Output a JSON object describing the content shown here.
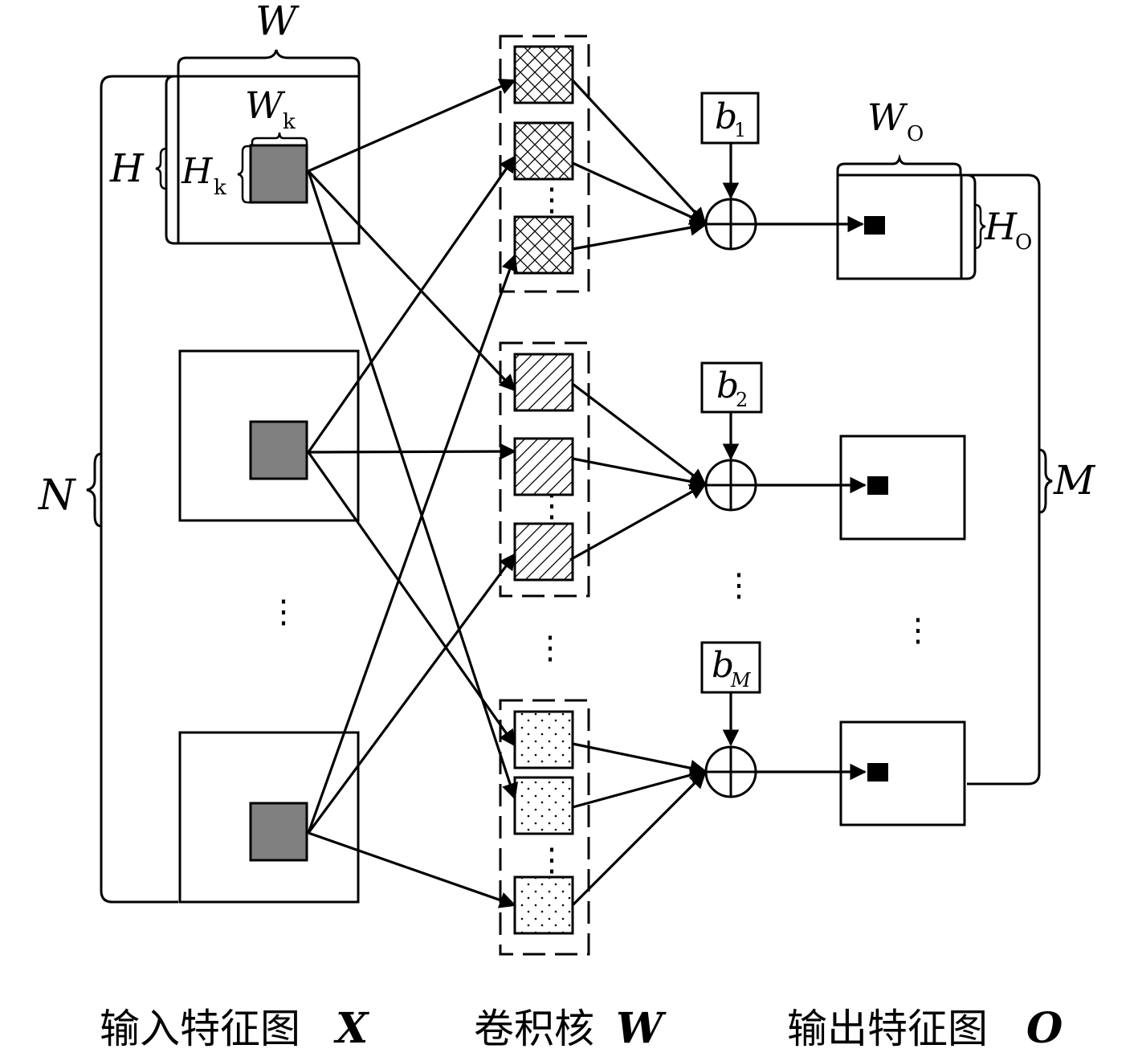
{
  "labels": {
    "W": "W",
    "W_k": "W",
    "W_k_sub": "k",
    "H": "H",
    "H_k": "H",
    "H_k_sub": "k",
    "N": "N",
    "M": "M",
    "W_O": "W",
    "W_O_sub": "O",
    "H_O": "H",
    "H_O_sub": "O",
    "b1": "b",
    "b1_sub": "1",
    "b2": "b",
    "b2_sub": "2",
    "bM": "b",
    "bM_sub": "M"
  },
  "captions": {
    "input": "输入特征图",
    "input_var": "X",
    "kernel": "卷积核",
    "kernel_var": "W",
    "output": "输出特征图",
    "output_var": "O"
  },
  "ellipsis": "⋮",
  "bias_symbol": "⊕"
}
